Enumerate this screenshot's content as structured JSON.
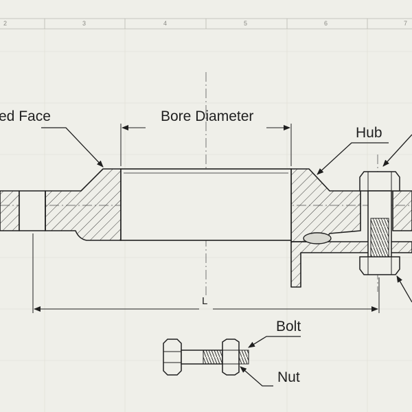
{
  "ruler": {
    "numbers": [
      "2",
      "3",
      "4",
      "5",
      "6",
      "7"
    ]
  },
  "labels": {
    "raised_face": "ed Face",
    "bore_diameter": "Bore Diameter",
    "hub": "Hub",
    "length": "L",
    "bolt": "Bolt",
    "nut": "Nut"
  },
  "colors": {
    "paper": "#efefe9",
    "ink": "#1f1f1f",
    "grid": "#dcdcd4",
    "hatch": "#3a3a3a"
  }
}
